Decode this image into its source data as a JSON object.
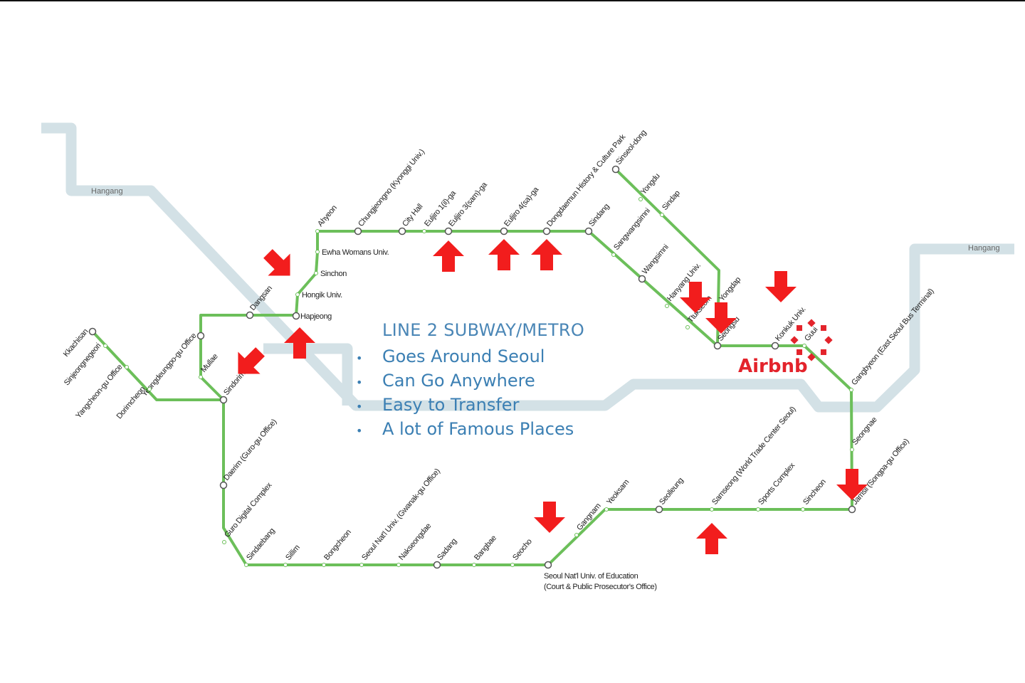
{
  "map": {
    "rivers": [
      {
        "name": "Hangang"
      },
      {
        "name": "Hangang"
      }
    ],
    "colors": {
      "line": "#6cbf5a",
      "river": "#d3e1e6",
      "arrow": "#f21d1d",
      "info_text": "#3b7fb3",
      "airbnb": "#e3232b"
    },
    "stations": [
      "Hapjeong",
      "Hongik Univ.",
      "Sinchon",
      "Ewha Womans Univ.",
      "Ahyeon",
      "Chungjeongno (Kyonggi Univ.)",
      "City Hall",
      "Euljiro 1(il)-ga",
      "Euljiro 3(sam)-ga",
      "Euljiro 4(sa)-ga",
      "Dongdaemun History & Culture Park",
      "Sindang",
      "Sangwangsimni",
      "Wangsimni",
      "Hanyang Univ.",
      "Ttukseom",
      "Seongsu",
      "Konkuk Univ.",
      "Guui",
      "Gangbyeon (East Seoul Bus Terminal)",
      "Seongnae",
      "Jamsil (Songpa-gu Office)",
      "Sincheon",
      "Sports Complex",
      "Samseong (World Trade Center Seoul)",
      "Seolleung",
      "Yeoksam",
      "Gangnam",
      "Seoul Nat'l Univ. of Education",
      "Seocho",
      "Bangbae",
      "Sadang",
      "Nakseongdae",
      "Seoul Nat'l Univ. (Gwanak-gu Office)",
      "Bongcheon",
      "Sillim",
      "Sindaebang",
      "Guro Digital Complex",
      "Daerim (Guro-gu Office)",
      "Sindorim",
      "Mullae",
      "Yeongdeungpo-gu Office",
      "Dangsan",
      "Sinseol-dong",
      "Yongdu",
      "Sindap",
      "Yongdap",
      "Kkachisan",
      "Sinjeongnegeori",
      "Yangcheon-gu Office",
      "Dorimcheon"
    ],
    "seoul_edu_sub": "(Court & Public Prosecutor's Office)"
  },
  "info": {
    "title": "LINE 2 SUBWAY/METRO",
    "bullets": [
      "Goes Around Seoul",
      "Can Go Anywhere",
      "Easy to Transfer",
      "A lot of Famous Places"
    ]
  },
  "airbnb": {
    "label": "Airbnb"
  }
}
